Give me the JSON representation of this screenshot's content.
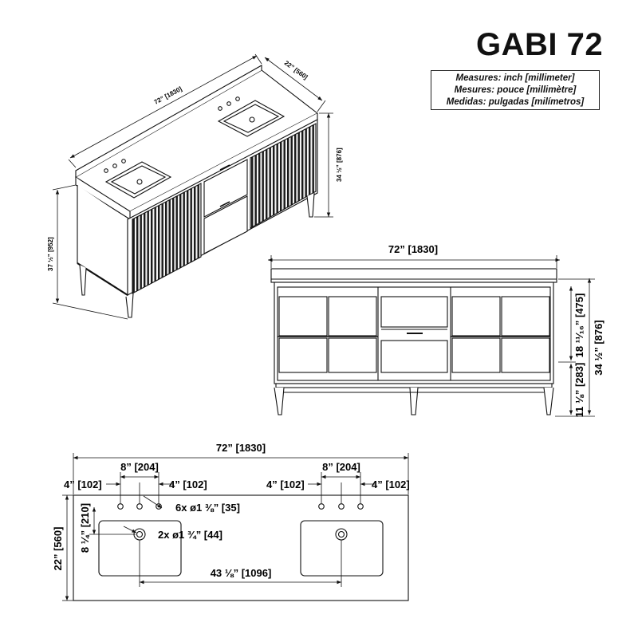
{
  "product": {
    "title": "GABI 72"
  },
  "measures": [
    "Measures: inch [millimeter]",
    "Mesures: pouce [millimètre]",
    "Medidas: pulgadas [milímetros]"
  ],
  "iso_view": {
    "width": "72” [1830]",
    "depth": "22” [560]",
    "top_height": "34 ½” [876]",
    "total_height": "37 ½” [952]"
  },
  "front_view": {
    "width": "72” [1830]",
    "upper_height": "18 ¹¹⁄₁₆” [475]",
    "lower_height": "11 ⅛” [283]",
    "total_height": "34 ½” [876]"
  },
  "top_view": {
    "total_width": "72” [1830]",
    "left_faucet_spread": "8” [204]",
    "right_faucet_spread": "8” [204]",
    "left_offset_a": "4” [102]",
    "left_offset_b": "4” [102]",
    "right_offset_a": "4” [102]",
    "right_offset_b": "4” [102]",
    "faucet_holes": "6x ø1 ⅜” [35]",
    "drain_holes": "2x ø1 ¾” [44]",
    "hole_to_drain": "8 ¼” [210]",
    "depth": "22” [560]",
    "drain_spacing": "43 ⅛” [1096]"
  }
}
